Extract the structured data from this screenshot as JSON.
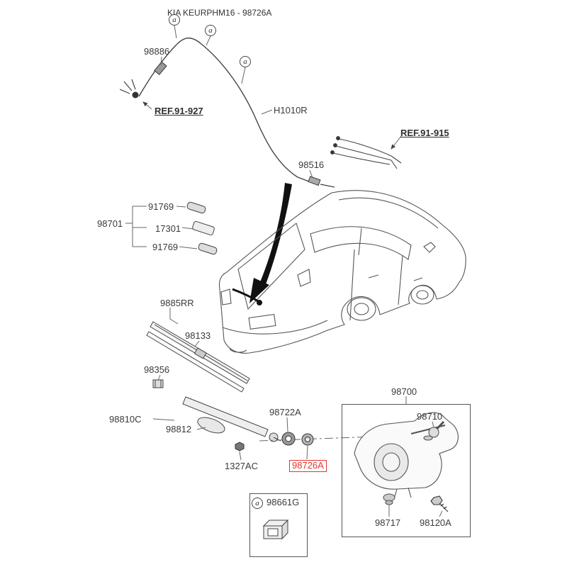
{
  "title": "KIA KEURPHM16 - 98726A",
  "callout_letter": "a",
  "colors": {
    "highlight": "#e8332d",
    "line": "#444444"
  },
  "parts": {
    "hose_grommet": "98886",
    "ref_front": "REF.91-927",
    "washer_hose": "H1010R",
    "ref_rear": "REF.91-915",
    "hose_connector": "98516",
    "front_arm_group": "98701",
    "front_pivot_cap": "91769",
    "front_arm_head": "17301",
    "rear_blade_assembly": "9885RR",
    "rear_blade": "98133",
    "blade_clip": "98356",
    "rear_arm_group": "98810C",
    "arm_cap": "98812",
    "arm_nut": "1327AC",
    "pivot_grommet": "98722A",
    "pivot_nut": "98726A",
    "motor_assembly": "98700",
    "motor_pivot": "98710",
    "motor_grommet": "98717",
    "motor_bolt": "98120A",
    "hose_clip": "98661G"
  }
}
